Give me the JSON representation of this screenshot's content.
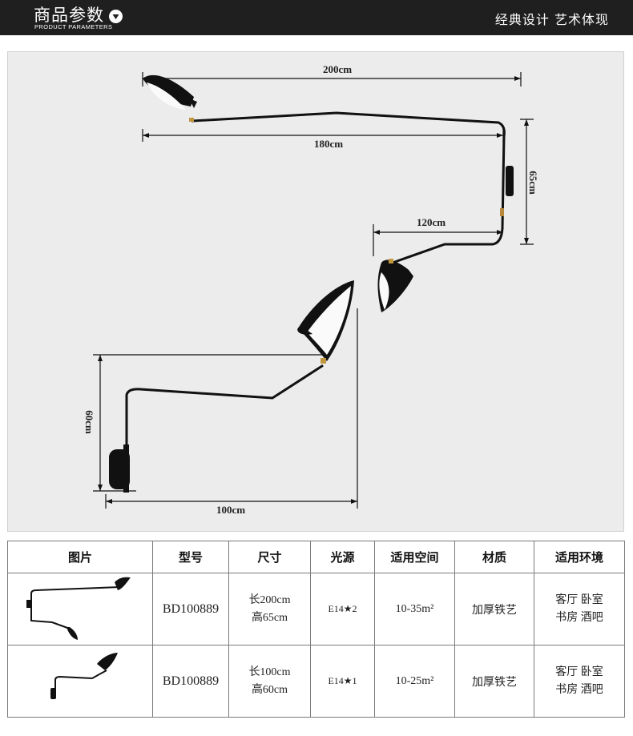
{
  "header": {
    "title_cn": "商品参数",
    "title_en": "PRODUCT PARAMETERS",
    "slogan": "经典设计 艺术体现",
    "caret_icon": "chevron-down-icon"
  },
  "diagram": {
    "label_top_width": "200cm",
    "label_upper_width": "180cm",
    "label_upper_height": "65cm",
    "label_mid_width": "120cm",
    "label_lower_height": "60cm",
    "label_lower_width": "100cm"
  },
  "table": {
    "headers": [
      "图片",
      "型号",
      "尺寸",
      "光源",
      "适用空间",
      "材质",
      "适用环境"
    ],
    "rows": [
      {
        "model": "BD100889",
        "size_line1": "长200cm",
        "size_line2": "高65cm",
        "source": "E14★2",
        "space": "10-35m²",
        "material": "加厚铁艺",
        "env_line1": "客厅 卧室",
        "env_line2": "书房 酒吧"
      },
      {
        "model": "BD100889",
        "size_line1": "长100cm",
        "size_line2": "高60cm",
        "source": "E14★1",
        "space": "10-25m²",
        "material": "加厚铁艺",
        "env_line1": "客厅 卧室",
        "env_line2": "书房 酒吧"
      }
    ]
  }
}
